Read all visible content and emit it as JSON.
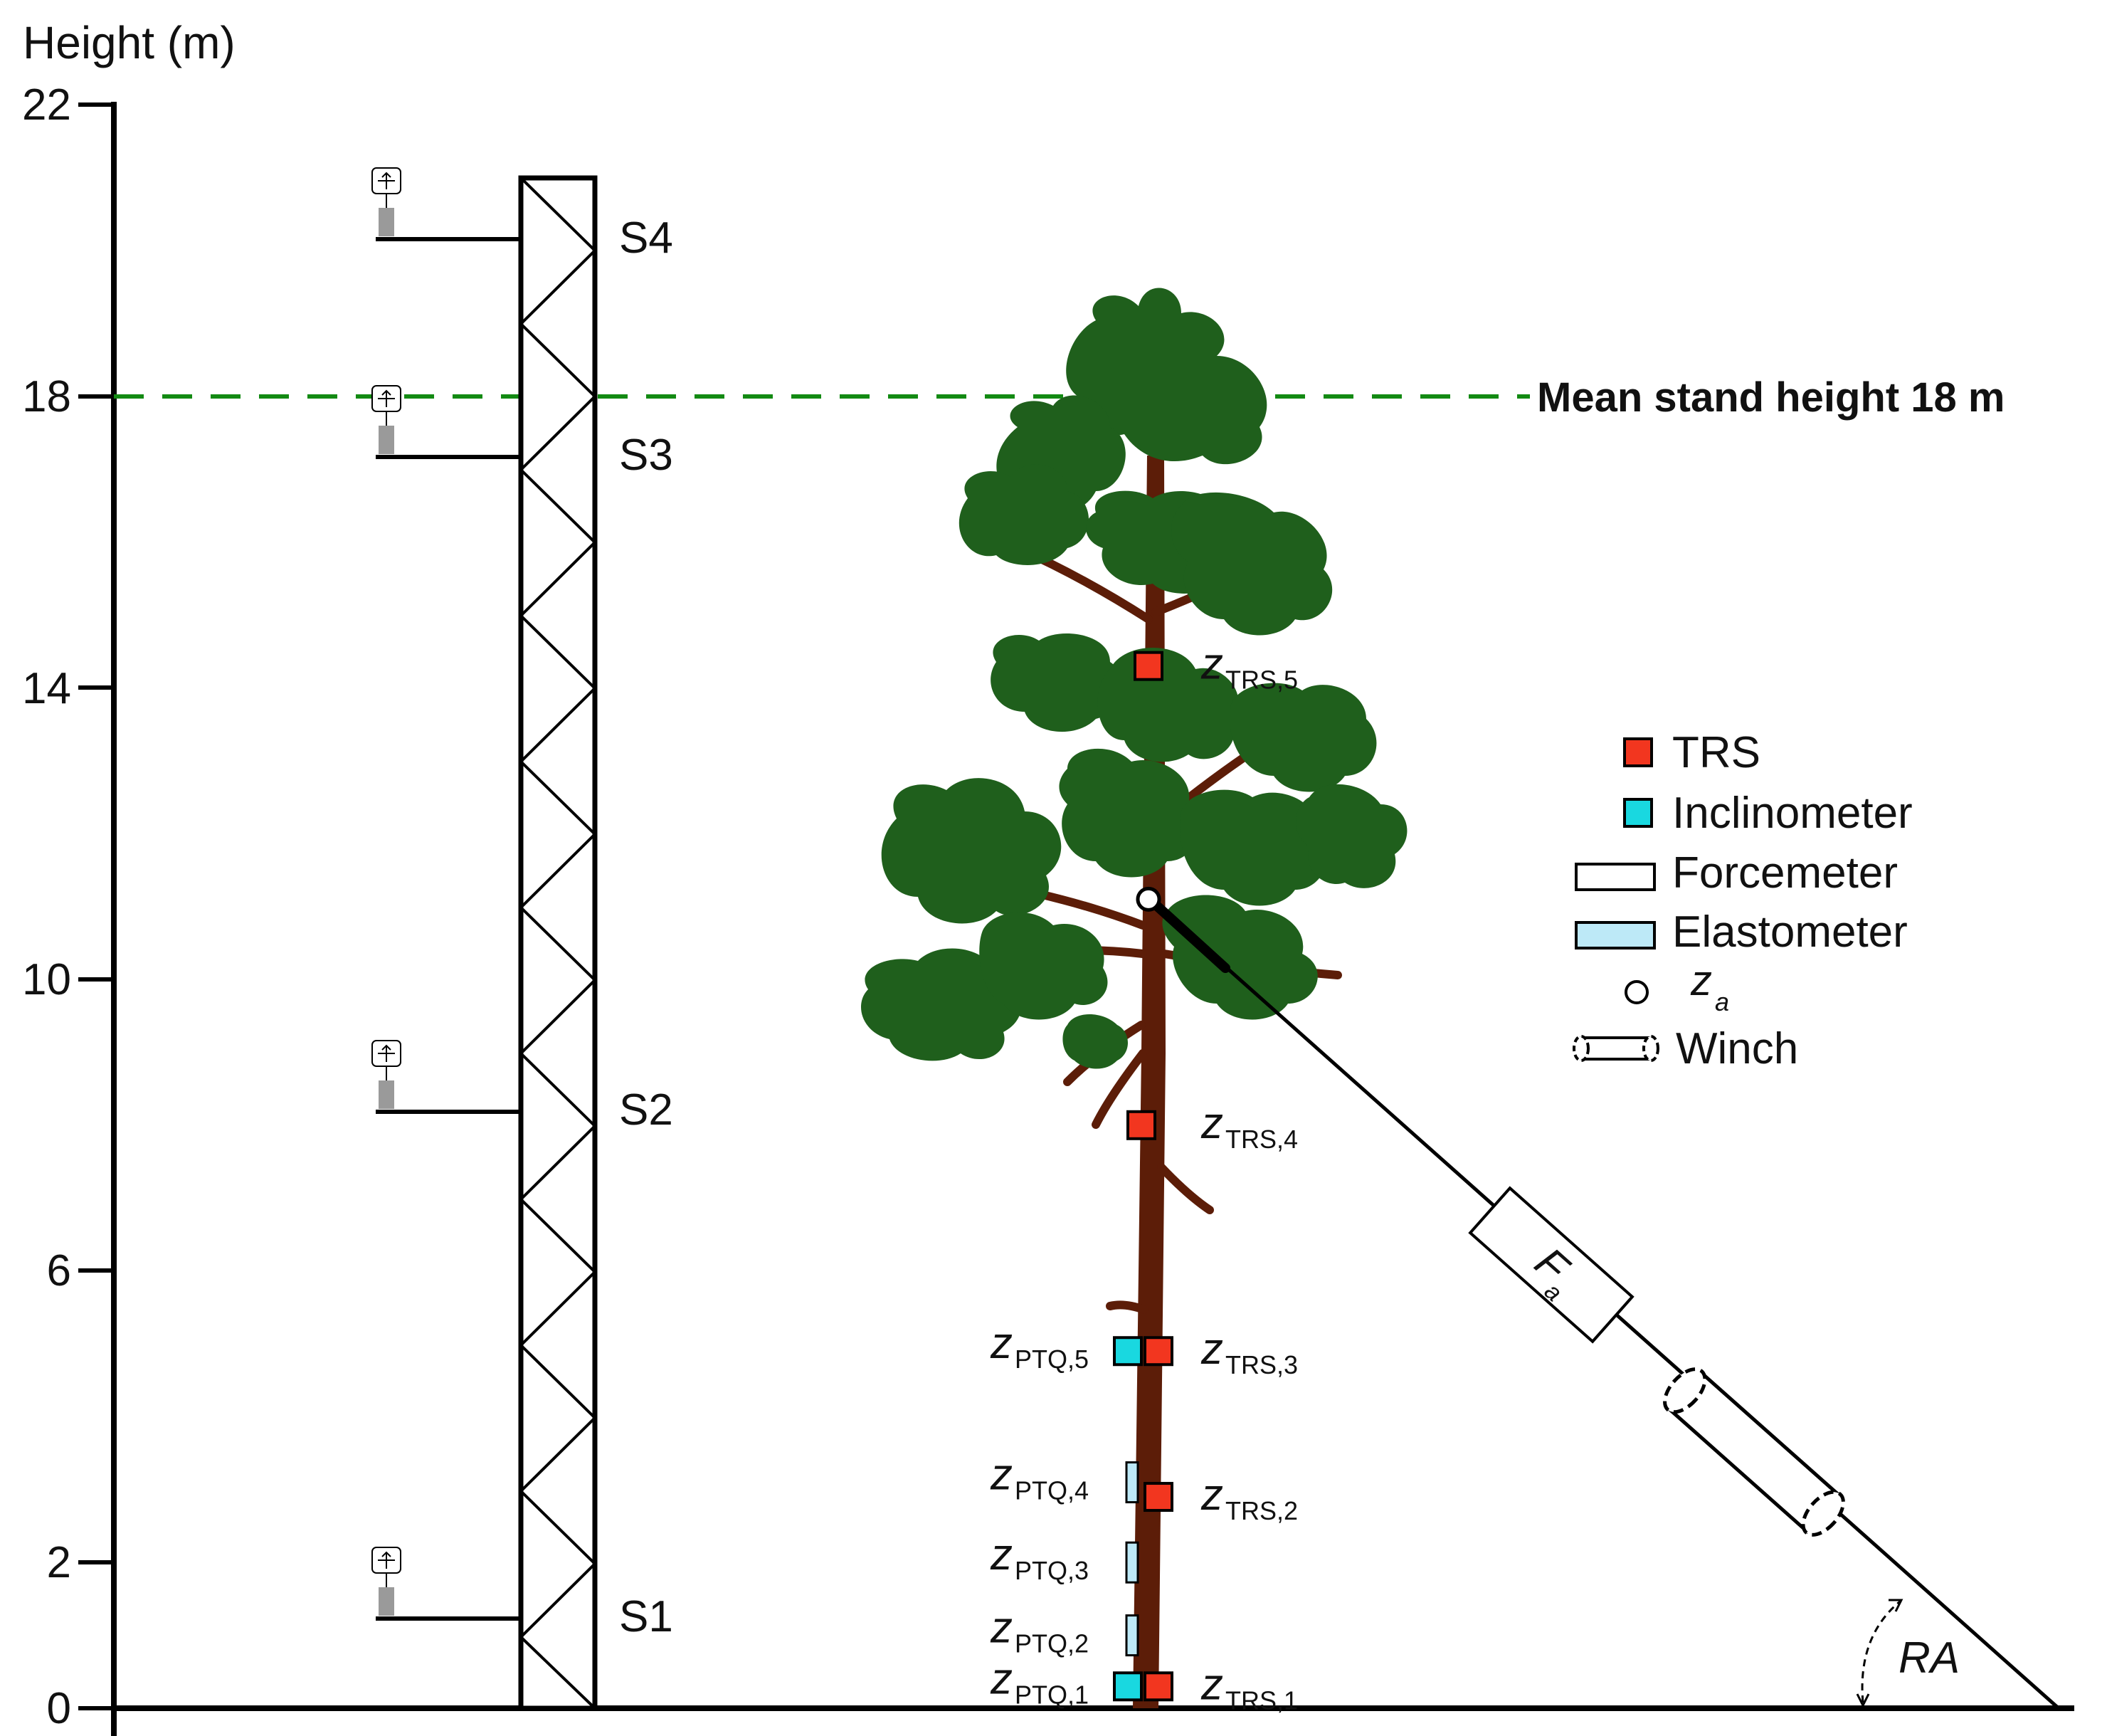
{
  "colors": {
    "green": "#138a13",
    "trs": "#f2361f",
    "inclinometer": "#19d8e0",
    "elastometer": "#bde9f7",
    "trunk": "#5c1d08",
    "crown": "#1f5f1c"
  },
  "axis": {
    "label": "Height (m)",
    "range": [
      0,
      22
    ],
    "ticks": [
      "22",
      "18",
      "14",
      "10",
      "6",
      "2",
      "0"
    ]
  },
  "mean_height": {
    "label": "Mean stand height 18 m",
    "value_m": 18
  },
  "tower_stations": [
    {
      "label": "S4",
      "height_m": 20.2
    },
    {
      "label": "S3",
      "height_m": 17.2
    },
    {
      "label": "S2",
      "height_m": 8.2
    },
    {
      "label": "S1",
      "height_m": 1.2
    }
  ],
  "trs_sensors": [
    {
      "main": "z",
      "sub": "TRS,5",
      "height_m": 14.3
    },
    {
      "main": "z",
      "sub": "TRS,4",
      "height_m": 8.0
    },
    {
      "main": "z",
      "sub": "TRS,3",
      "height_m": 4.9
    },
    {
      "main": "z",
      "sub": "TRS,2",
      "height_m": 2.9
    },
    {
      "main": "z",
      "sub": "TRS,1",
      "height_m": 0.3
    }
  ],
  "ptq_sensors": [
    {
      "main": "z",
      "sub": "PTQ,5",
      "height_m": 4.9,
      "type": "inclinometer"
    },
    {
      "main": "z",
      "sub": "PTQ,4",
      "height_m": 3.1,
      "type": "elastometer"
    },
    {
      "main": "z",
      "sub": "PTQ,3",
      "height_m": 2.0,
      "type": "elastometer"
    },
    {
      "main": "z",
      "sub": "PTQ,2",
      "height_m": 1.0,
      "type": "elastometer"
    },
    {
      "main": "z",
      "sub": "PTQ,1",
      "height_m": 0.3,
      "type": "inclinometer"
    }
  ],
  "anchor": {
    "main": "z",
    "sub": "a",
    "height_m": 11.1
  },
  "forcemeter_label": {
    "main": "F",
    "sub": "a"
  },
  "angle_label": "RA",
  "legend": {
    "trs": "TRS",
    "inclinometer": "Inclinometer",
    "forcemeter": "Forcemeter",
    "elastometer": "Elastometer",
    "anchor": "z",
    "anchor_sub": "a",
    "winch": "Winch"
  }
}
